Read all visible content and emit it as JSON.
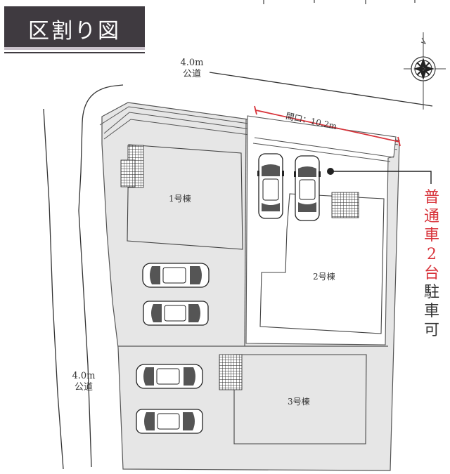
{
  "title": "区割り図",
  "road_top": {
    "width": "4.0m",
    "name": "公道"
  },
  "road_left": {
    "width": "4.0m",
    "name": "公道"
  },
  "frontage": "間口：10.2m",
  "buildings": [
    "1号棟",
    "2号棟",
    "3号棟"
  ],
  "callout": {
    "highlight": [
      "普",
      "通",
      "車",
      "2",
      "台"
    ],
    "rest": [
      "駐",
      "車",
      "可"
    ]
  },
  "colors": {
    "accent": "#d8333a",
    "lot_fill": "#e6e6e6",
    "title_bg": "#3f3a40"
  }
}
